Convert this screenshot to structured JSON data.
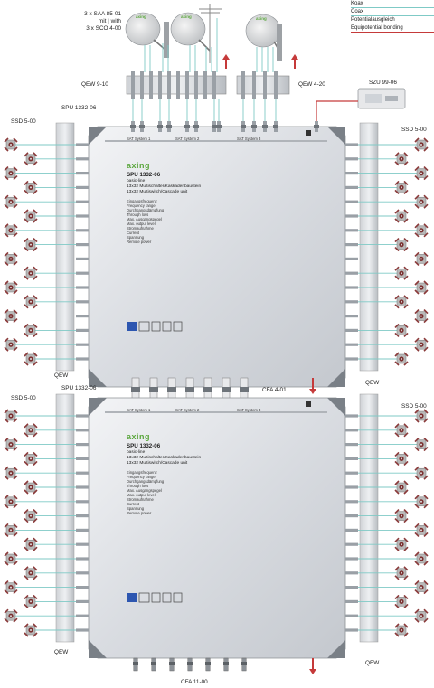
{
  "legend": {
    "coax_de": "Koax",
    "coax_en": "Coax",
    "pa_de": "Potentialausgleich",
    "pa_en": "Equipotential bonding"
  },
  "labels": {
    "dish_spec": [
      "3 x SAA 85-01",
      "mit | with",
      "3 x SCO 4-00"
    ],
    "qew_top_left": "QEW 9-10",
    "qew_top_right": "QEW 4-20",
    "szu": "SZU 99-06",
    "spu_top": "SPU 1332-06",
    "spu_bottom": "SPU 1332-06",
    "ssd_tl": "SSD 5-00",
    "ssd_tr": "SSD 5-00",
    "ssd_bl": "SSD 5-00",
    "ssd_br": "SSD 5-00",
    "qew_ml": "QEW",
    "qew_mr": "QEW",
    "qew_bl": "QEW",
    "qew_br": "QEW",
    "cfa_top": "CFA 4-01",
    "cfa_bottom": "CFA 11-00"
  },
  "unit": {
    "brand": "axing",
    "model": "SPU 1332-06",
    "line": "basic-line",
    "desc_de": "13x32 Multischalter/Kaskadenbaustein",
    "desc_en": "13x32 Multiswitch/Cascade unit",
    "sat_labels": [
      "SAT System 1",
      "SAT System 2",
      "SAT System 3"
    ],
    "specs": [
      "Eingangsfrequenz",
      "Frequency range",
      "Durchgangsdämpfung",
      "Through loss",
      "Max. Ausgangspegel",
      "Max. output level",
      "Stromaufnahme",
      "Current",
      "Spannung",
      "Remote power"
    ]
  },
  "colors": {
    "coax": "#7fcac6",
    "bonding": "#c53a3a"
  }
}
